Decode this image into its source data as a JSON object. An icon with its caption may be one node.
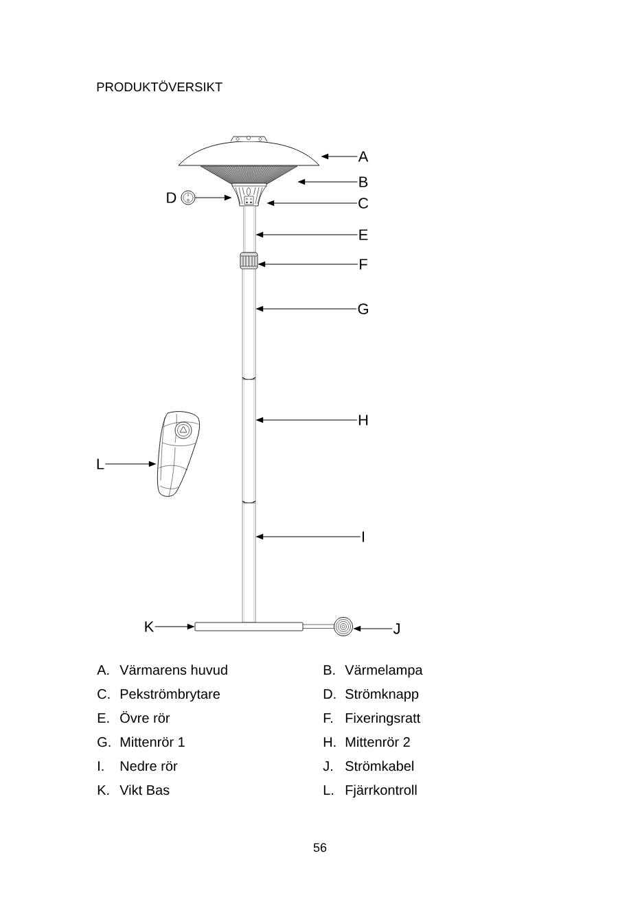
{
  "diagram": {
    "title": "PRODUKTÖVERSIKT",
    "nodes": [
      {
        "text": [
          "A"
        ]
      },
      {
        "text": [],
        "shape": "picture"
      },
      {
        "text": [
          "B"
        ]
      },
      {
        "text": [],
        "shape": "picture"
      },
      {
        "text": [],
        "shape": "circle",
        "beside": [
          "D"
        ]
      },
      {
        "text": [
          "C"
        ]
      },
      {
        "text": [],
        "shape": "picture"
      },
      {
        "text": [
          "E"
        ]
      },
      {
        "text": [],
        "shape": "picture"
      },
      {
        "text": [
          "F"
        ]
      },
      {
        "text": [],
        "shape": "picture"
      },
      {
        "text": [
          "G"
        ]
      },
      {
        "text": [],
        "shape": "picture"
      },
      {
        "text": [
          "H"
        ]
      },
      {
        "text": [],
        "shape": "picture"
      },
      {
        "text": [
          "L"
        ]
      },
      {
        "text": [],
        "shape": "picture"
      },
      {
        "text": [
          "I"
        ]
      },
      {
        "text": [],
        "shape": "picture"
      },
      {
        "text": [
          "K"
        ]
      },
      {
        "text": [],
        "shape": "picture"
      },
      {
        "text": [
          "J"
        ]
      },
      {
        "text": [],
        "shape": "picture"
      }
    ],
    "edges": [
      {
        "from": 0,
        "to": 1,
        "arrow": "to"
      },
      {
        "from": 2,
        "to": 3,
        "arrow": "to"
      },
      {
        "from": 4,
        "to": 6,
        "arrow": "to"
      },
      {
        "from": 5,
        "to": 6,
        "arrow": "to"
      },
      {
        "from": 7,
        "to": 8,
        "arrow": "to"
      },
      {
        "from": 9,
        "to": 10,
        "arrow": "to"
      },
      {
        "from": 11,
        "to": 12,
        "arrow": "to"
      },
      {
        "from": 13,
        "to": 14,
        "arrow": "to"
      },
      {
        "from": 15,
        "to": 16,
        "arrow": "to"
      },
      {
        "from": 17,
        "to": 18,
        "arrow": "to"
      },
      {
        "from": 19,
        "to": 20,
        "arrow": "to"
      },
      {
        "from": 21,
        "to": 22,
        "arrow": "to"
      }
    ],
    "labels": [
      "A.",
      "Värmarens huvud",
      "B.",
      "Värmelampa",
      "C.",
      "Pekströmbrytare",
      "D.",
      "Strömknapp",
      "E.",
      "Övre rör",
      "F.",
      "Fixeringsratt",
      "G.",
      "Mittenrör 1",
      "H.",
      "Mittenrör 2",
      "I.",
      "Nedre rör",
      "J.",
      "Strömkabel",
      "K.",
      "Vikt Bas",
      "L.",
      "Fjärrkontroll",
      "56"
    ]
  }
}
